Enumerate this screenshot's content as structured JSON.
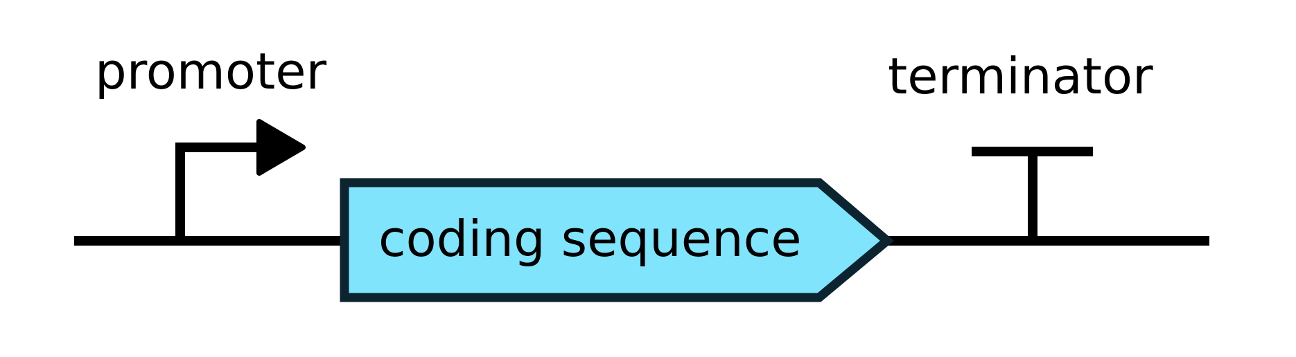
{
  "labels": {
    "promoter": "promoter",
    "coding_sequence": "coding sequence",
    "terminator": "terminator"
  },
  "colors": {
    "backbone": "#000000",
    "cds_fill": "#80e5fc",
    "cds_stroke": "#0b2430",
    "text": "#000000"
  }
}
